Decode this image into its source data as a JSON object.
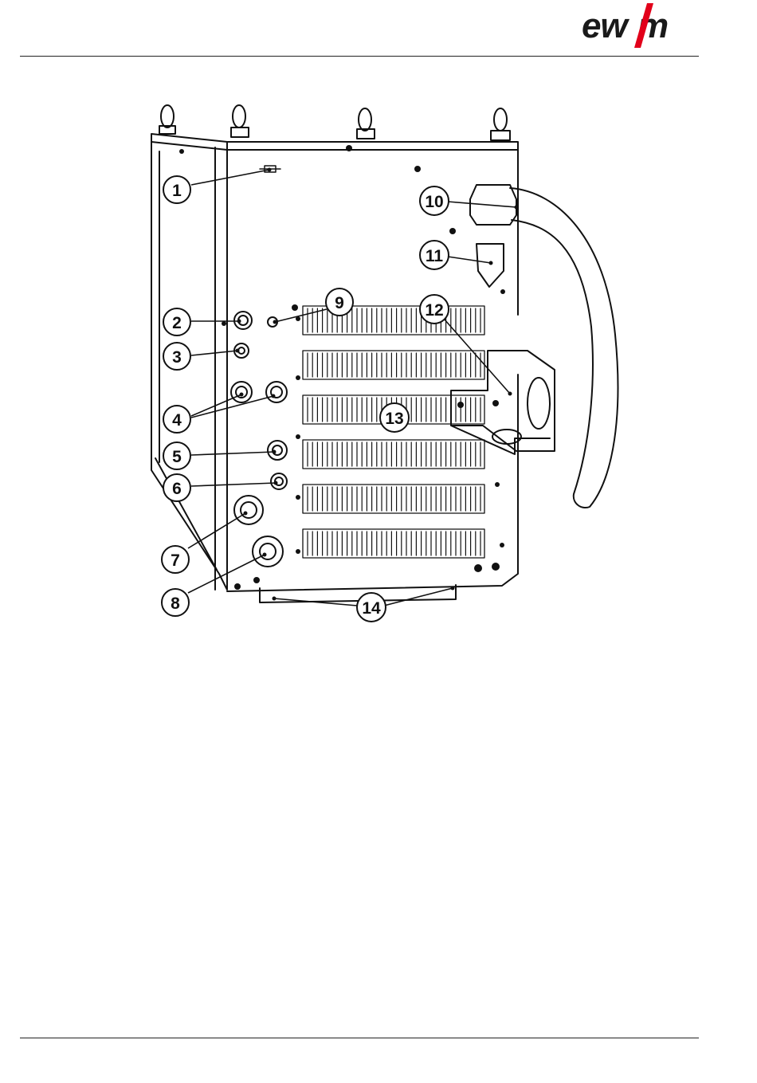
{
  "header": {
    "logo_text": "ewm",
    "accent_color": "#e2001a"
  },
  "figure": {
    "callouts": [
      {
        "id": "1",
        "label": "1"
      },
      {
        "id": "2",
        "label": "2"
      },
      {
        "id": "3",
        "label": "3"
      },
      {
        "id": "4",
        "label": "4"
      },
      {
        "id": "5",
        "label": "5"
      },
      {
        "id": "6",
        "label": "6"
      },
      {
        "id": "7",
        "label": "7"
      },
      {
        "id": "8",
        "label": "8"
      },
      {
        "id": "9",
        "label": "9"
      },
      {
        "id": "10",
        "label": "10"
      },
      {
        "id": "11",
        "label": "11"
      },
      {
        "id": "12",
        "label": "12"
      },
      {
        "id": "13",
        "label": "13"
      },
      {
        "id": "14",
        "label": "14"
      }
    ]
  }
}
